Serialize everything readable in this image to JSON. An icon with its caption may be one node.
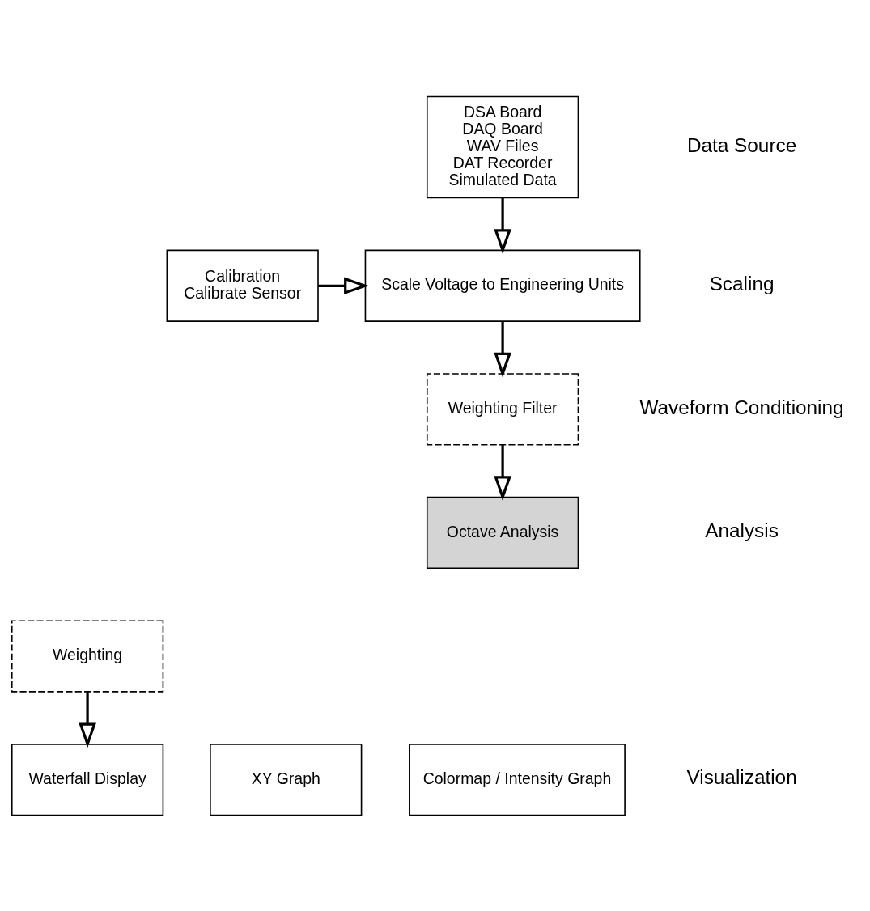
{
  "diagram": {
    "nodes": [
      {
        "text": [
          "DSA Board",
          "DAQ Board",
          "WAV Files",
          "DAT Recorder",
          "Simulated Data"
        ]
      },
      {
        "text": [
          "Scale Voltage to Engineering Units"
        ]
      },
      {
        "text": [
          "Calibration",
          "Calibrate Sensor"
        ]
      },
      {
        "text": [
          "Weighting Filter"
        ]
      },
      {
        "text": [
          "Octave Analysis"
        ]
      },
      {
        "text": [
          "Weighting"
        ]
      },
      {
        "text": [
          "XY Graph"
        ]
      },
      {
        "text": [
          "Waterfall Display"
        ]
      },
      {
        "text": [
          "Colormap / Intensity Graph"
        ]
      }
    ],
    "edges": [
      {
        "from": 0,
        "to": 1,
        "arrow": "to"
      },
      {
        "from": 2,
        "to": 1,
        "arrow": "to"
      },
      {
        "from": 1,
        "to": 3,
        "arrow": "to"
      },
      {
        "from": 3,
        "to": 4,
        "arrow": "to"
      },
      {
        "from": 5,
        "to": 7,
        "arrow": "to"
      }
    ],
    "labels": [
      "Data Source",
      "Scaling",
      "Waveform Conditioning",
      "Analysis",
      "Visualization"
    ]
  }
}
